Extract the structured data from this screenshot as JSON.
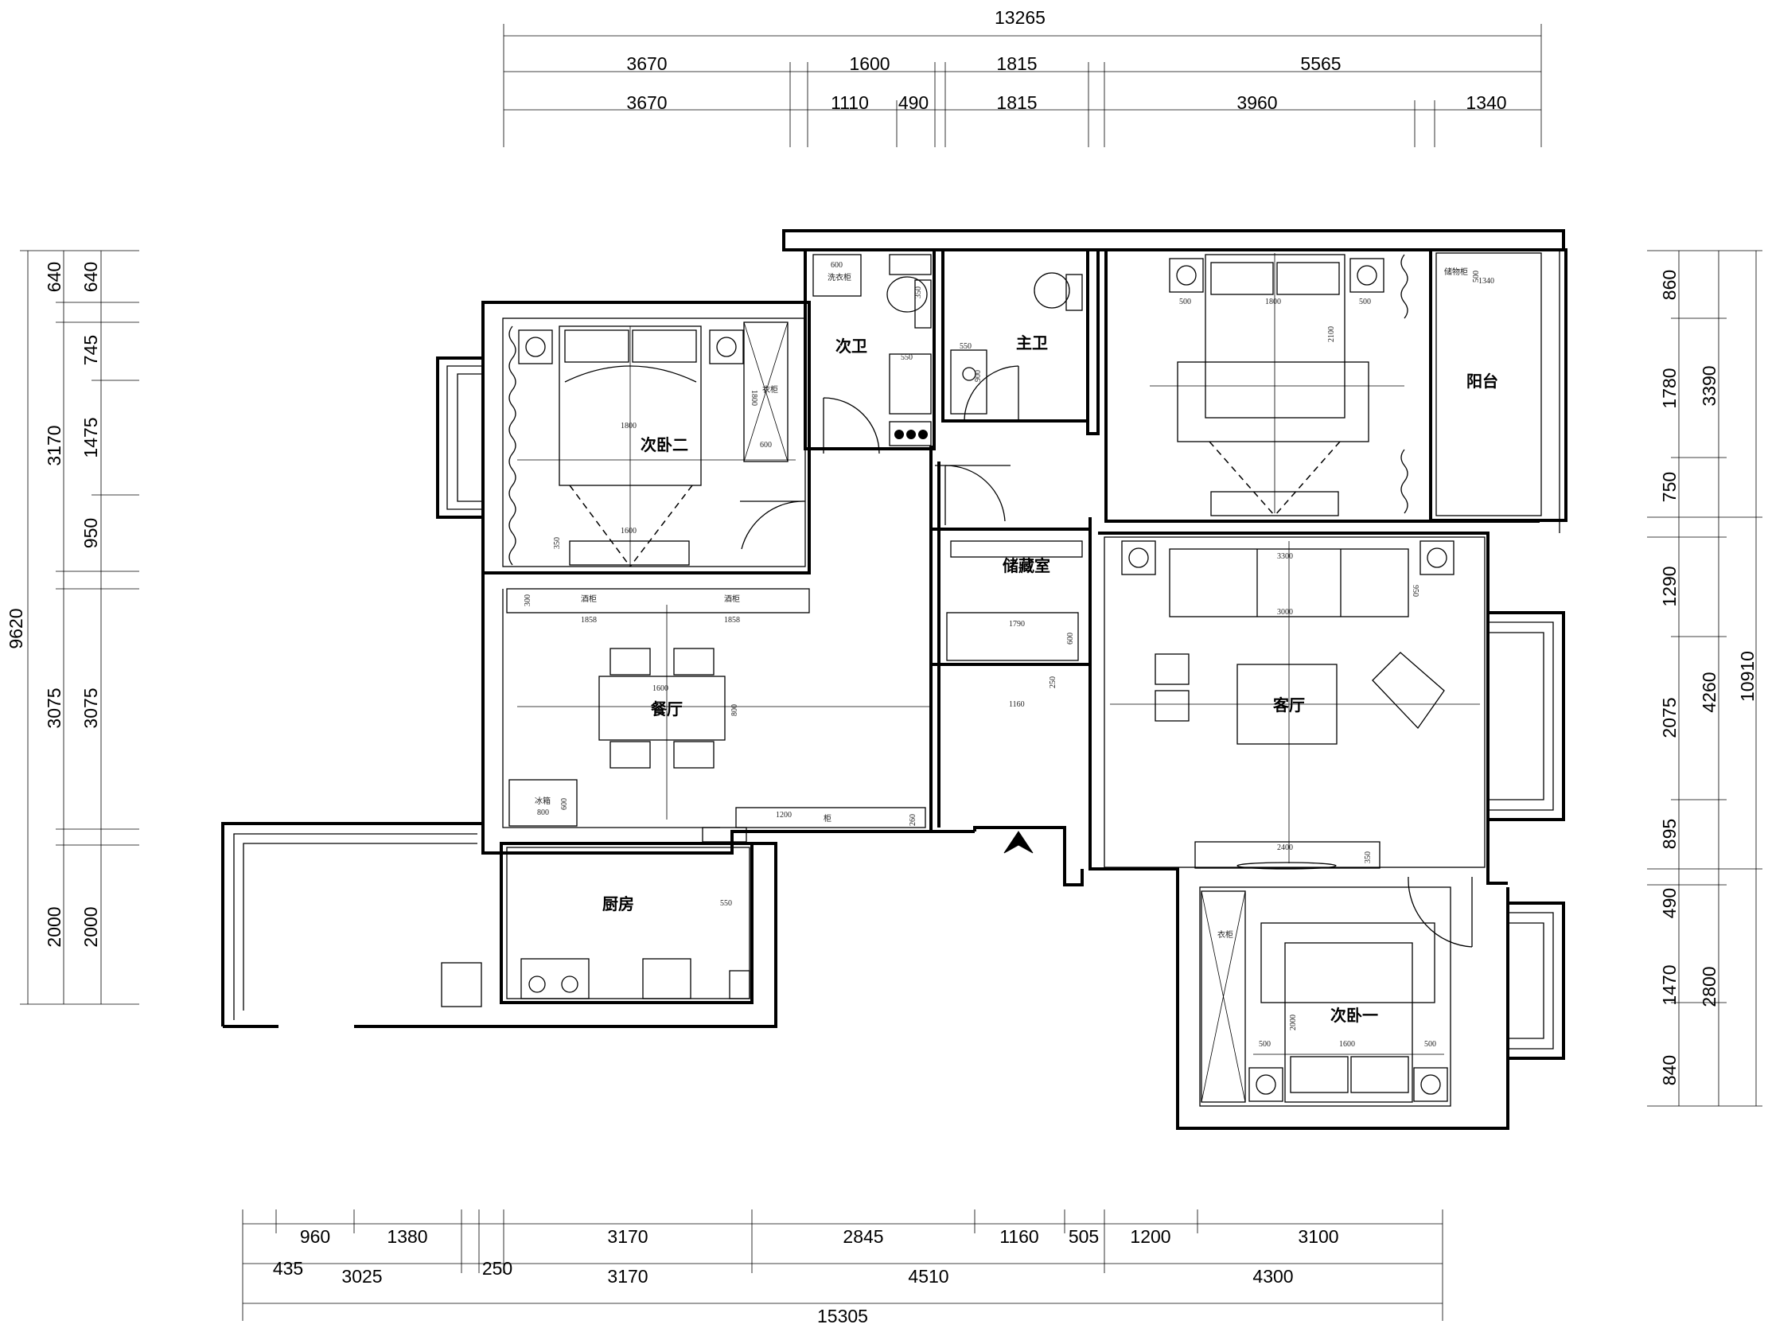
{
  "rooms": {
    "bedroom2": "次卧二",
    "bath2": "次卫",
    "master_bath": "主卫",
    "balcony": "阳台",
    "storage": "储藏室",
    "dining": "餐厅",
    "living": "客厅",
    "kitchen": "厨房",
    "bedroom1": "次卧一"
  },
  "dimensions": {
    "top_total": "13265",
    "top_row1": [
      "3670",
      "1600",
      "1815",
      "5565"
    ],
    "top_row2": [
      "3670",
      "1110",
      "490",
      "1815",
      "3960",
      "1340"
    ],
    "left_total": "9620",
    "left_row1": [
      "640",
      "3170",
      "3075",
      "2000"
    ],
    "left_row2": [
      "640",
      "745",
      "1475",
      "950",
      "3075",
      "2000"
    ],
    "right_total": "10910",
    "right_row1": [
      "3390",
      "4260",
      "2800"
    ],
    "right_row2": [
      "860",
      "1780",
      "750",
      "1290",
      "2075",
      "895",
      "490",
      "1470",
      "840"
    ],
    "bottom_row1": [
      "960",
      "1380",
      "3170",
      "2845",
      "1160",
      "505",
      "1200",
      "3100"
    ],
    "bottom_row2": [
      "435",
      "3025",
      "250",
      "3170",
      "4510",
      "4300"
    ],
    "bottom_total": "15305"
  },
  "furniture": {
    "wardrobe_label": "衣柜",
    "wine_cabinet": "酒柜",
    "fridge": "冰箱",
    "laundry": "洗衣柜",
    "storage_cab": "储物柜",
    "cabinet": "柜",
    "values": {
      "bed_b2": "1800",
      "bed_b2_foot": "1600",
      "wardrobe_b2": "1800",
      "wardrobe_b2_depth": "600",
      "tv_b2": "350",
      "bath2_600": "600",
      "bath2_350": "350",
      "bath2_550": "550",
      "mbath_550": "550",
      "mbath_900": "900",
      "mbed_500a": "500",
      "mbed_1800": "1800",
      "mbed_500b": "500",
      "mbed_2100": "2100",
      "balcony_1340": "1340",
      "balcony_500": "500",
      "dining_300": "300",
      "dining_1858a": "1858",
      "dining_1858b": "1858",
      "table_1600": "1600",
      "table_800": "800",
      "fridge_600": "600",
      "fridge_800": "800",
      "storage_1790": "1790",
      "storage_600": "600",
      "shoe_1160": "1160",
      "shoe_250": "250",
      "sideboard_1200": "1200",
      "sideboard_260": "260",
      "kitchen_550": "550",
      "sofa_3300": "3300",
      "sofa_3000": "3000",
      "sofa_950": "950",
      "tv_2400": "2400",
      "tv_350": "350",
      "b1_500a": "500",
      "b1_2000": "2000",
      "b1_1600": "1600",
      "b1_500b": "500"
    }
  }
}
